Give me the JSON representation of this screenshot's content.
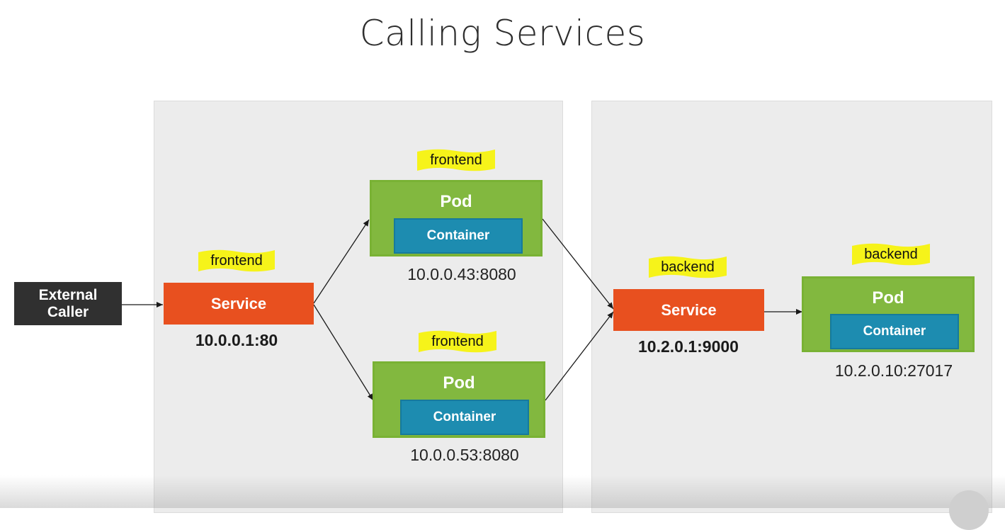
{
  "title": "Calling Services",
  "external_caller": {
    "line1": "External",
    "line2": "Caller"
  },
  "frontend_service": {
    "label": "Service",
    "tag": "frontend",
    "address": "10.0.0.1:80"
  },
  "frontend_pods": [
    {
      "pod_label": "Pod",
      "container_label": "Container",
      "tag": "frontend",
      "address": "10.0.0.43:8080"
    },
    {
      "pod_label": "Pod",
      "container_label": "Container",
      "tag": "frontend",
      "address": "10.0.0.53:8080"
    }
  ],
  "backend_service": {
    "label": "Service",
    "tag": "backend",
    "address": "10.2.0.1:9000"
  },
  "backend_pod": {
    "pod_label": "Pod",
    "container_label": "Container",
    "tag": "backend",
    "address": "10.2.0.10:27017"
  },
  "colors": {
    "service": "#e8501f",
    "pod": "#82b83f",
    "container": "#1d8cb0",
    "tag": "#f6f31a",
    "external": "#303030",
    "panel": "#ececec"
  }
}
